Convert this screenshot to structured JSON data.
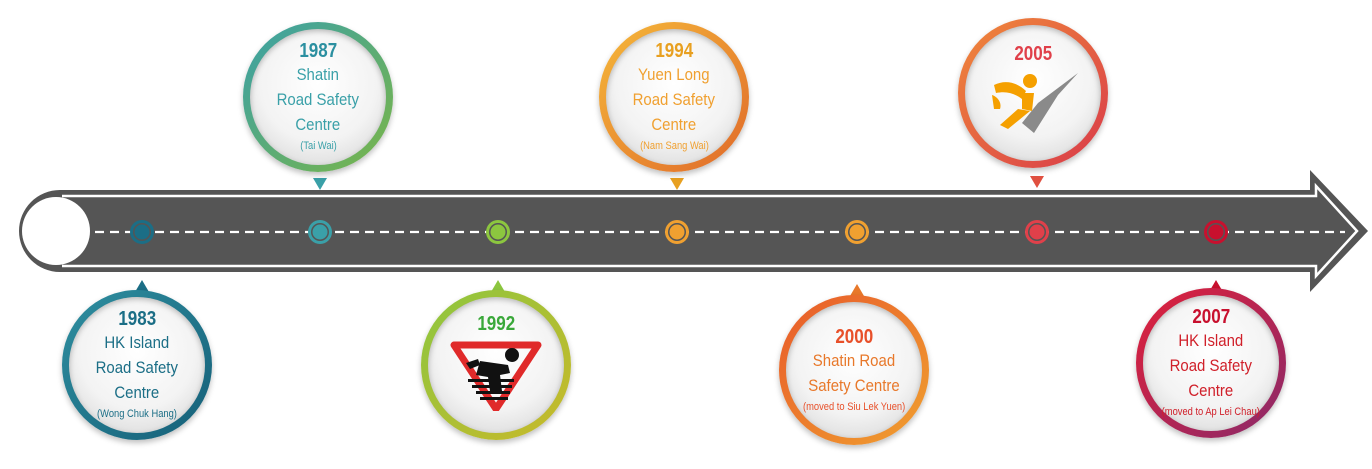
{
  "colors": {
    "road": "#555555",
    "dash": "#ffffff",
    "teal_dark": "#1b6e86",
    "teal": "#3aa0a8",
    "green": "#7ab648",
    "orange": "#f0a030",
    "orange_red": "#e8782a",
    "red": "#e0404a",
    "crimson": "#c8102e"
  },
  "milestones": [
    {
      "year": "1983",
      "name_lines": [
        "HK Island",
        "Road Safety",
        "Centre"
      ],
      "sub": "(Wong Chuk Hang)"
    },
    {
      "year": "1987",
      "name_lines": [
        "Shatin",
        "Road Safety",
        "Centre"
      ],
      "sub": "(Tai Wai)"
    },
    {
      "year": "1992",
      "icon": "road-safety-driver-icon"
    },
    {
      "year": "1994",
      "name_lines": [
        "Yuen Long",
        "Road Safety",
        "Centre"
      ],
      "sub": "(Nam Sang Wai)"
    },
    {
      "year": "2000",
      "name_lines": [
        "Shatin Road",
        "Safety Centre"
      ],
      "sub": "(moved to Siu Lek Yuen)"
    },
    {
      "year": "2005",
      "icon": "driver-check-icon"
    },
    {
      "year": "2007",
      "name_lines": [
        "HK Island",
        "Road Safety",
        "Centre"
      ],
      "sub": "(moved to Ap Lei Chau)"
    }
  ]
}
